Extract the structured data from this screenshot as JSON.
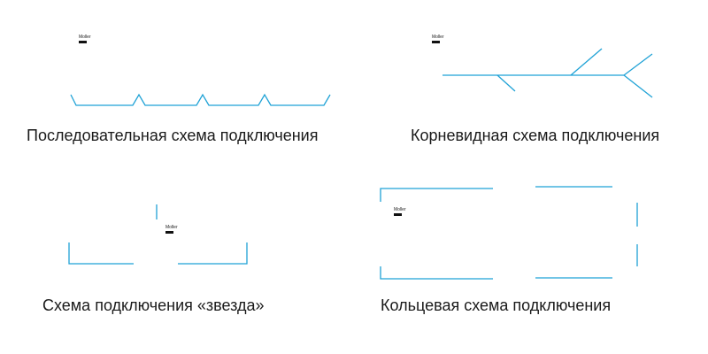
{
  "colors": {
    "line": "#1fa2d6",
    "device": "#111111",
    "text": "#1a1a1a"
  },
  "device_label": "Moller",
  "schemes": [
    {
      "id": "serial",
      "caption": "Последовательная схема подключения"
    },
    {
      "id": "root",
      "caption": "Корневидная схема подключения"
    },
    {
      "id": "star",
      "caption": "Схема подключения «звезда»"
    },
    {
      "id": "ring",
      "caption": "Кольцевая схема подключения"
    }
  ]
}
